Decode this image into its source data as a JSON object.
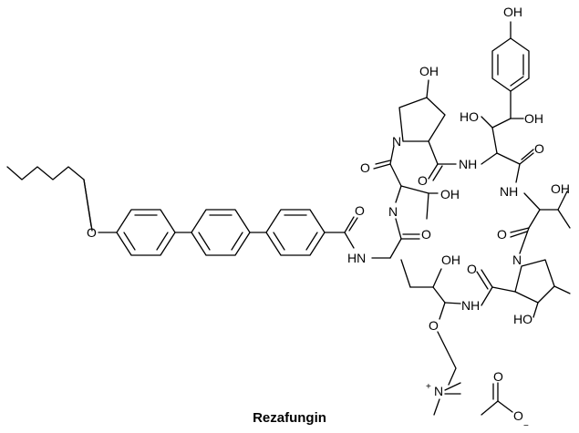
{
  "compound_name": "Rezafungin",
  "atom_labels": {
    "oh": "OH",
    "ho": "HO",
    "o": "O",
    "n": "N",
    "nh": "NH",
    "hn": "HN",
    "plus": "+",
    "minus": "−"
  },
  "colors": {
    "bond": "#000000",
    "background": "#ffffff"
  }
}
